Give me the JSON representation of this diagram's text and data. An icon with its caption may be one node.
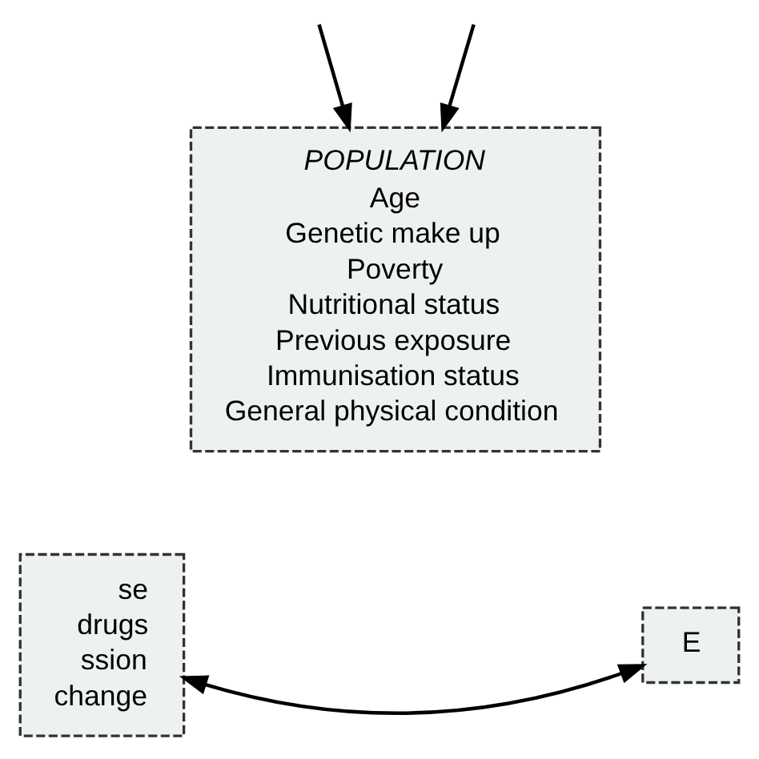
{
  "diagram": {
    "nodes": [
      {
        "text": [
          "POPULATION",
          "Age",
          "Genetic make up",
          "Poverty",
          "Nutritional status",
          "Previous exposure",
          "Immunisation status",
          "General physical condition"
        ]
      },
      {
        "text": [
          "se",
          "drugs",
          "ssion",
          "change"
        ]
      },
      {
        "text": [
          "E"
        ]
      }
    ],
    "edges": [
      {
        "from": null,
        "to": 0,
        "arrow": "to"
      },
      {
        "from": null,
        "to": 0,
        "arrow": "to"
      },
      {
        "from": 1,
        "to": 2,
        "arrow": "both"
      }
    ]
  }
}
